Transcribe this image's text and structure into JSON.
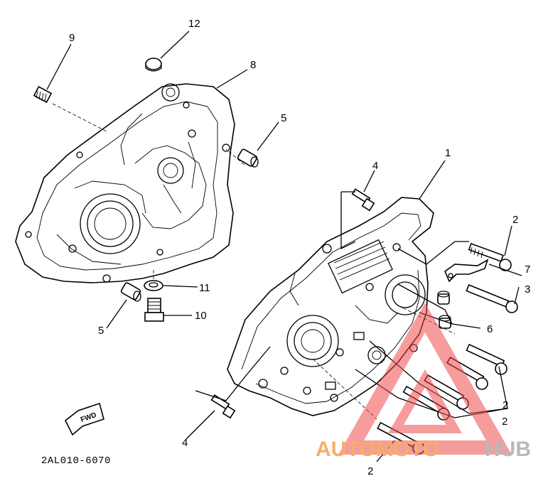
{
  "diagram": {
    "callouts": {
      "c1": "1",
      "c2a": "2",
      "c2b": "2",
      "c2c": "2",
      "c2d": "2",
      "c3": "3",
      "c4a": "4",
      "c4b": "4",
      "c5a": "5",
      "c5b": "5",
      "c6": "6",
      "c7": "7",
      "c8": "8",
      "c9": "9",
      "c10": "10",
      "c11": "11",
      "c12": "12"
    },
    "fwd_label": "FWD",
    "part_code": "2AL010-6070"
  },
  "watermark": {
    "text_a": "AUTOMOTO",
    "text_b": "HUB",
    "color_a": "#f4ae6a",
    "color_b": "#b9b9b9",
    "triangle_color": "#ef4a4a"
  }
}
